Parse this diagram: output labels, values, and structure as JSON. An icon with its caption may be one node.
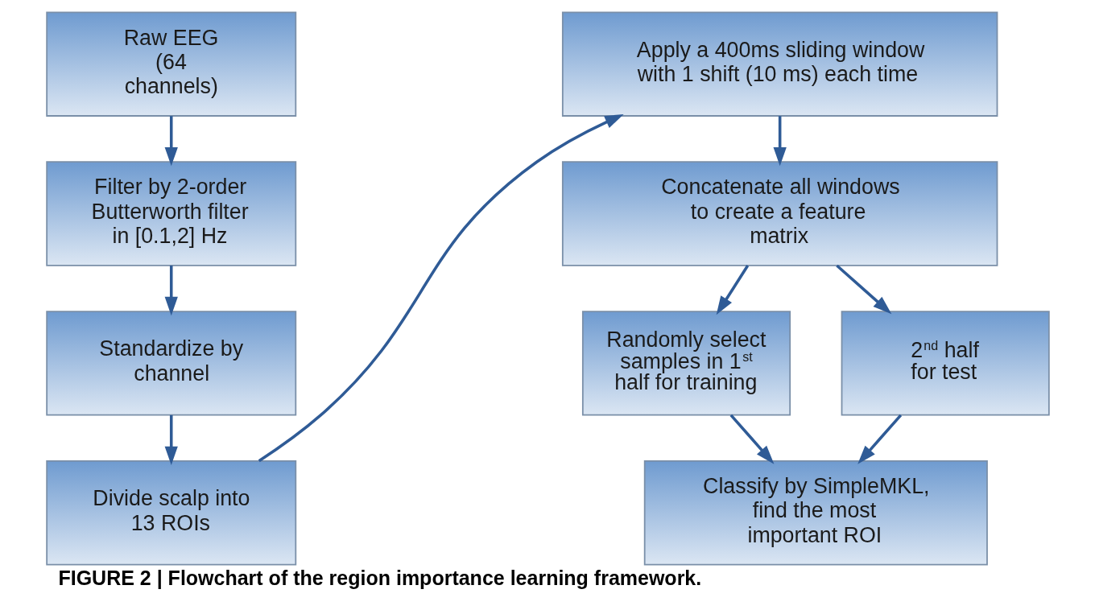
{
  "diagram": {
    "caption": "FIGURE 2 | Flowchart of the region importance learning framework.",
    "nodes": [
      {
        "text": [
          "Raw EEG (64 channels)"
        ]
      },
      {
        "text": [
          "Filter by 2-order Butterworth filter in [0.1,2] Hz"
        ]
      },
      {
        "text": [
          "Standardize by channel"
        ]
      },
      {
        "text": [
          "Divide scalp into 13 ROIs"
        ]
      },
      {
        "text": [
          "Apply a 400ms sliding window with 1 shift (10 ms) each time"
        ]
      },
      {
        "text": [
          "Concatenate all windows to create a feature matrix"
        ]
      },
      {
        "text": [
          "Randomly select samples in 1$^{st}$ half for training"
        ]
      },
      {
        "text": [
          "2$^{nd}$ half for test"
        ]
      },
      {
        "text": [
          "Classify by SimpleMKL, find the most important ROI"
        ]
      }
    ],
    "edges": [
      {
        "from": 0,
        "to": 1,
        "arrow": "to"
      },
      {
        "from": 1,
        "to": 2,
        "arrow": "to"
      },
      {
        "from": 2,
        "to": 3,
        "arrow": "to"
      },
      {
        "from": 3,
        "to": 4,
        "arrow": "to"
      },
      {
        "from": 4,
        "to": 5,
        "arrow": "to"
      },
      {
        "from": 5,
        "to": 6,
        "arrow": "to"
      },
      {
        "from": 5,
        "to": 7,
        "arrow": "to"
      },
      {
        "from": 6,
        "to": 8,
        "arrow": "to"
      },
      {
        "from": 7,
        "to": 8,
        "arrow": "to"
      }
    ]
  }
}
